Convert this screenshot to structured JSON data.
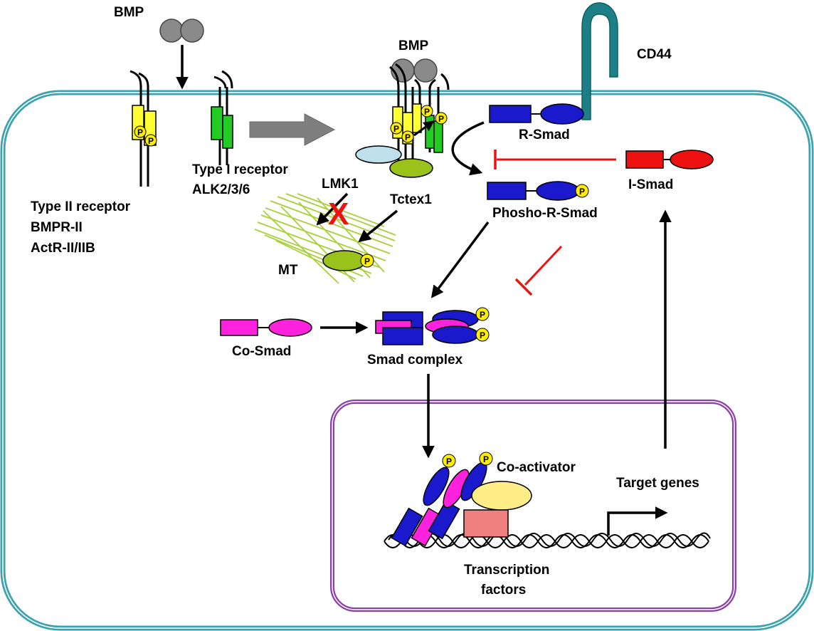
{
  "labels": {
    "bmp_top": "BMP",
    "bmp_mid": "BMP",
    "cd44": "CD44",
    "type1_line1": "Type I receptor",
    "type1_line2": "ALK2/3/6",
    "type2_line1": "Type II receptor",
    "type2_line2": "BMPR-II",
    "type2_line3": "ActR-II/IIB",
    "lmk1": "LMK1",
    "tctex1": "Tctex1",
    "mt": "MT",
    "r_smad": "R-Smad",
    "i_smad": "I-Smad",
    "phospho_r_smad": "Phosho-R-Smad",
    "co_smad": "Co-Smad",
    "smad_complex": "Smad complex",
    "co_activator": "Co-activator",
    "target_genes": "Target genes",
    "tf_line1": "Transcription",
    "tf_line2": "factors",
    "phospho": "P",
    "inhibited": "X"
  },
  "colors": {
    "cell_membrane": "#3aa3ae",
    "nuclear_membrane": "#8b3fa8",
    "type2_receptor": "#ffff33",
    "type1_receptor": "#22cc22",
    "r_smad": "#1a1acc",
    "i_smad": "#ee1111",
    "co_smad": "#ff22dd",
    "phosphate": "#ffee00",
    "bmp_ligand": "#8a8a8a",
    "lmk1": "#bde0ea",
    "tctex1": "#9bc21a",
    "microtubule": "#a9cf3a",
    "co_activator": "#ffee88",
    "transcription_factor": "#f08080",
    "cd44": "#1c7f86",
    "inhibition": "#ee1111",
    "large_arrow": "#7f7f7f"
  }
}
